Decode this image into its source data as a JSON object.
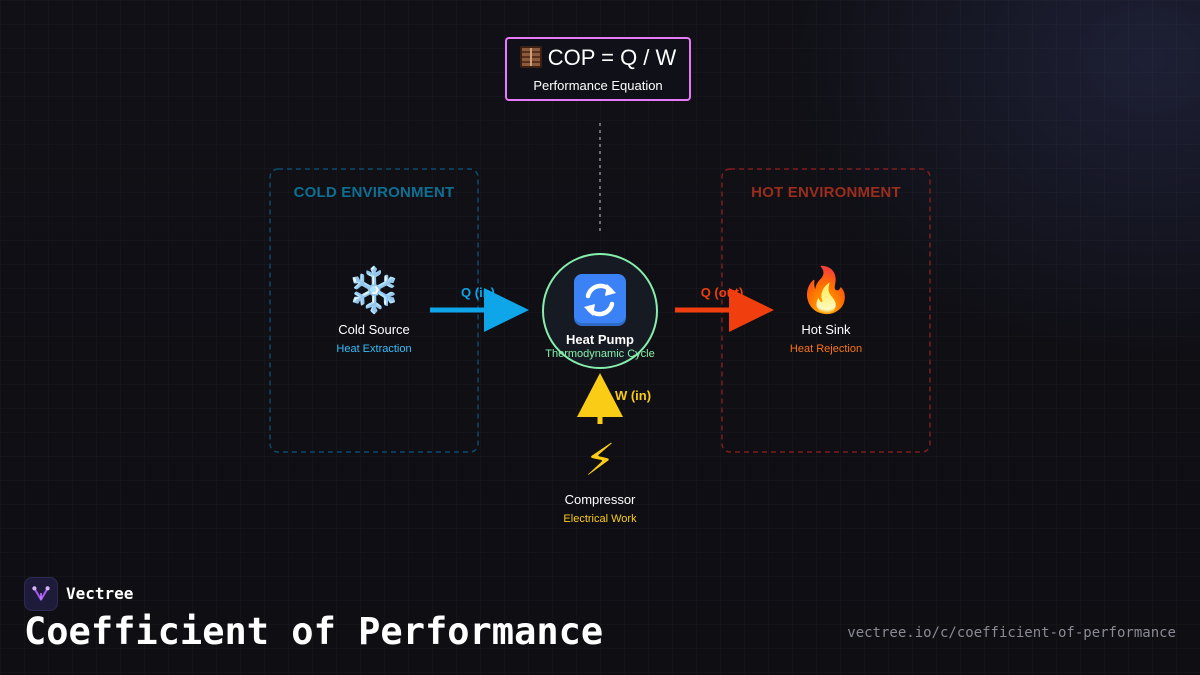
{
  "equation": {
    "icon": "abacus-icon",
    "formula": "COP = Q / W",
    "subtitle": "Performance Equation",
    "border_color": "#e879f9"
  },
  "zones": {
    "cold": {
      "title": "COLD ENVIRONMENT",
      "color": "#0e6f93"
    },
    "hot": {
      "title": "HOT ENVIRONMENT",
      "color": "#9a2d1c"
    }
  },
  "nodes": {
    "cold_source": {
      "icon": "snowflake-icon",
      "glyph": "❄️",
      "label": "Cold Source",
      "sublabel": "Heat Extraction",
      "accent": "#38bdf8"
    },
    "heat_pump": {
      "icon": "cycle-arrows-icon",
      "label": "Heat Pump",
      "sublabel": "Thermodynamic Cycle",
      "accent": "#86efac"
    },
    "hot_sink": {
      "icon": "fire-icon",
      "glyph": "🔥",
      "label": "Hot Sink",
      "sublabel": "Heat Rejection",
      "accent": "#f97316"
    },
    "compressor": {
      "icon": "lightning-icon",
      "glyph": "⚡",
      "label": "Compressor",
      "sublabel": "Electrical Work",
      "accent": "#facc15"
    }
  },
  "flows": {
    "q_in": {
      "label": "Q (in)",
      "color": "#0ea5e9"
    },
    "q_out": {
      "label": "Q (out)",
      "color": "#f03e0e"
    },
    "w_in": {
      "label": "W (in)",
      "color": "#facc15"
    }
  },
  "brand": {
    "name": "Vectree",
    "logo": "vectree-logo-icon"
  },
  "page": {
    "title": "Coefficient of Performance",
    "url": "vectree.io/c/coefficient-of-performance"
  }
}
